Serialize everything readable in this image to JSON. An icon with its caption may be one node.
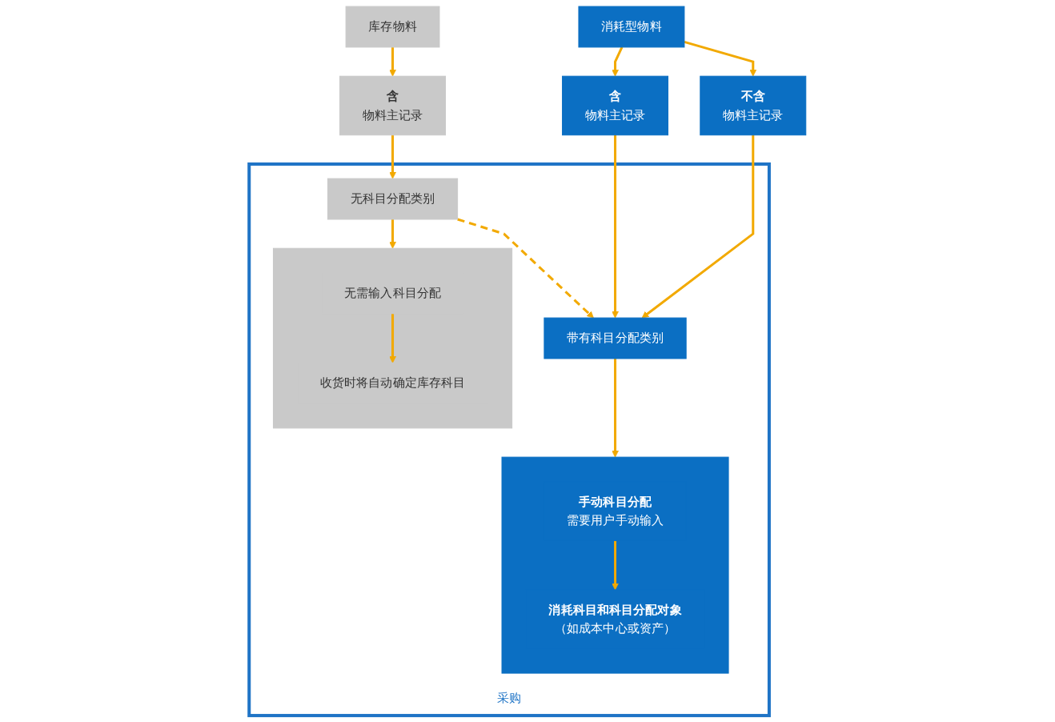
{
  "diagram": {
    "nodes": [
      {
        "text": [
          "库存物料"
        ]
      },
      {
        "text": [
          "含",
          "物料主记录"
        ]
      },
      {
        "text": [
          "消耗型物料"
        ]
      },
      {
        "text": [
          "含",
          "物料主记录"
        ]
      },
      {
        "text": [
          "不含",
          "物料主记录"
        ]
      },
      {
        "text": [
          "采购"
        ]
      },
      {
        "text": [
          "无科目分配类别"
        ],
        "in": 5
      },
      {
        "text": [
          "带有科目分配类别"
        ],
        "in": 5
      },
      {
        "text": [],
        "shape": "box",
        "in": 5
      },
      {
        "text": [
          "无需输入科目分配"
        ],
        "in": 8
      },
      {
        "text": [
          "收货时将自动确定库存科目"
        ],
        "in": 8
      },
      {
        "text": [],
        "shape": "box",
        "in": 5
      },
      {
        "text": [
          "手动科目分配",
          "需要用户手动输入"
        ],
        "in": 11
      },
      {
        "text": [
          "消耗科目和科目分配对象",
          "（如成本中心或资产）"
        ],
        "in": 11
      }
    ],
    "edges": [
      {
        "from": 0,
        "to": 1,
        "arrow": "to"
      },
      {
        "from": 2,
        "to": 4,
        "arrow": "to"
      },
      {
        "from": 2,
        "to": 3,
        "arrow": "to"
      },
      {
        "from": 1,
        "to": 6,
        "arrow": "to"
      },
      {
        "from": 4,
        "to": 7,
        "arrow": "to"
      },
      {
        "from": 3,
        "to": 7,
        "arrow": "to"
      },
      {
        "from": 6,
        "to": 7,
        "arrow": "to",
        "style": "dashed"
      },
      {
        "from": 6,
        "to": 8,
        "arrow": "to"
      },
      {
        "from": 7,
        "to": 11,
        "arrow": "to"
      },
      {
        "from": 9,
        "to": 10,
        "arrow": "to"
      },
      {
        "from": 12,
        "to": 13,
        "arrow": "to"
      }
    ]
  }
}
